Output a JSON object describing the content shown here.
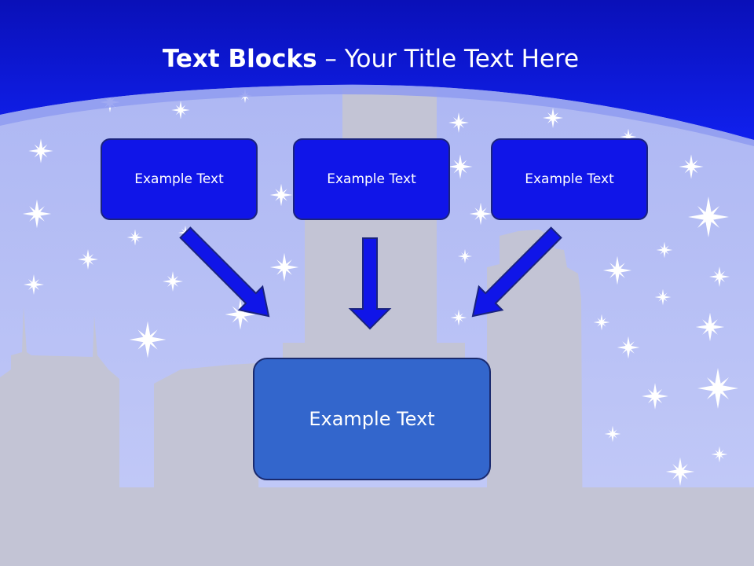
{
  "slide": {
    "title_bold": "Text Blocks",
    "title_dash": " – ",
    "title_rest": "Your Title Text Here",
    "colors": {
      "header": "#0a14d6",
      "sky": "#bcc4f6",
      "skyline": "#c3c4d5",
      "small_box": "#1015e8",
      "big_box": "#3366cc",
      "arrow": "#1015e8"
    },
    "boxes": {
      "top_left": "Example Text",
      "top_center": "Example Text",
      "top_right": "Example Text",
      "bottom": "Example Text"
    }
  }
}
